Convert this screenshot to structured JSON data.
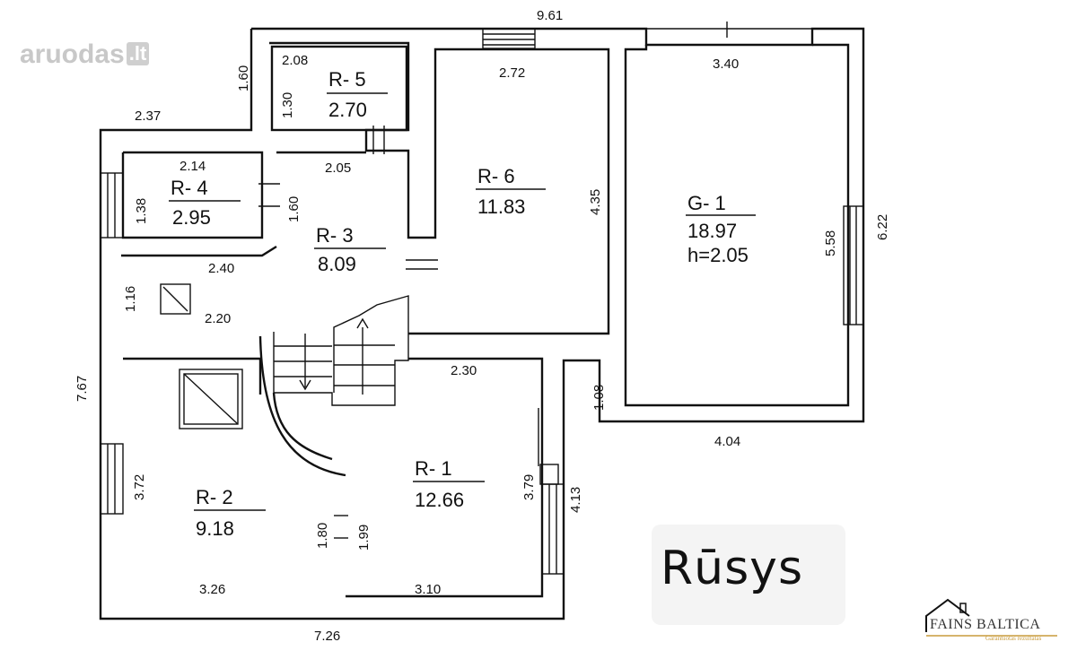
{
  "title": "Rūsys",
  "watermark": {
    "name": "aruodas",
    "tld": ".lt"
  },
  "agency": {
    "name": "FAINS BALTICA",
    "tagline": "Garantuotas rezultatas"
  },
  "rooms": [
    {
      "id": "R-1",
      "name": "R- 1",
      "area": "12.66"
    },
    {
      "id": "R-2",
      "name": "R- 2",
      "area": "9.18"
    },
    {
      "id": "R-3",
      "name": "R- 3",
      "area": "8.09"
    },
    {
      "id": "R-4",
      "name": "R- 4",
      "area": "2.95"
    },
    {
      "id": "R-5",
      "name": "R- 5",
      "area": "2.70"
    },
    {
      "id": "R-6",
      "name": "R- 6",
      "area": "11.83"
    },
    {
      "id": "G-1",
      "name": "G- 1",
      "area": "18.97",
      "height": "h=2.05"
    }
  ],
  "dimensions": {
    "top_total": "9.61",
    "left_total": "7.67",
    "bottom_total": "7.26",
    "right_total": "6.22",
    "d_1_60": "1.60",
    "d_2_37": "2.37",
    "d_2_08": "2.08",
    "d_1_30": "1.30",
    "d_2_72": "2.72",
    "d_3_40": "3.40",
    "d_2_05": "2.05",
    "d_2_14": "2.14",
    "d_1_38": "1.38",
    "d_1_60b": "1.60",
    "d_4_35": "4.35",
    "d_5_58": "5.58",
    "d_2_40": "2.40",
    "d_1_16": "1.16",
    "d_2_20": "2.20",
    "d_2_30": "2.30",
    "d_1_08": "1.08",
    "d_4_04": "4.04",
    "d_3_72": "3.72",
    "d_3_79": "3.79",
    "d_4_13": "4.13",
    "d_1_80": "1.80",
    "d_1_99": "1.99",
    "d_3_26": "3.26",
    "d_3_10": "3.10"
  }
}
